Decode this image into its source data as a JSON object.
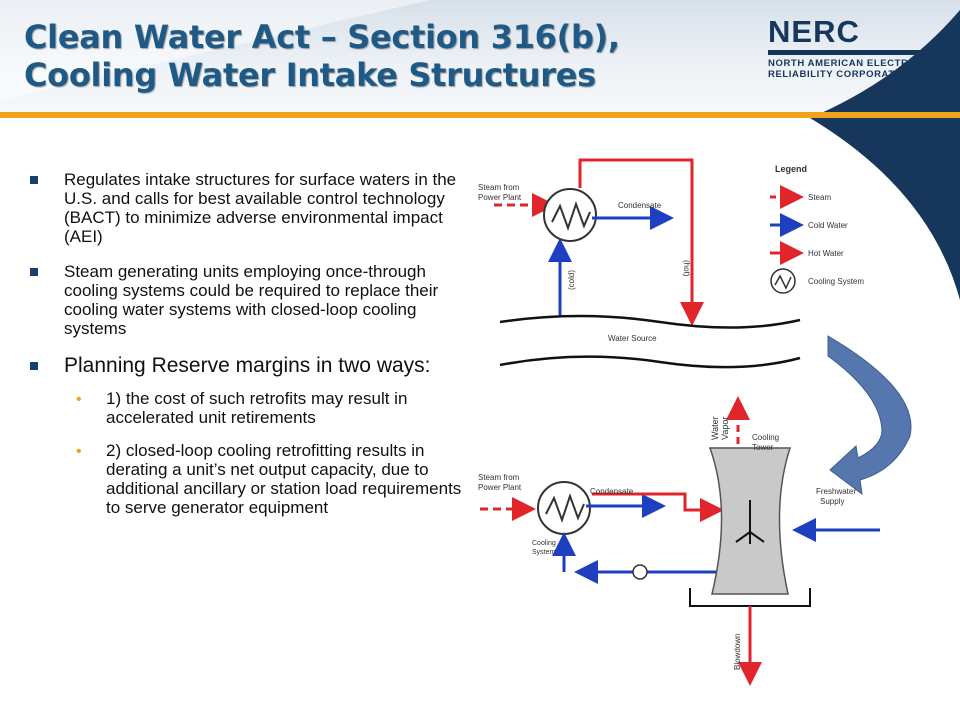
{
  "slide": {
    "title_line1": "Clean Water Act – Section 316(b),",
    "title_line2": "Cooling Water Intake Structures"
  },
  "logo": {
    "wordmark": "NERC",
    "subline1": "NORTH AMERICAN ELECTRIC",
    "subline2": "RELIABILITY CORPORATION"
  },
  "bullets": [
    {
      "text": "Regulates intake structures for surface waters in the U.S. and calls for best available control technology (BACT) to minimize adverse environmental impact (AEI)"
    },
    {
      "text": "Steam generating units employing once-through cooling systems could be required to replace their cooling water systems with closed-loop cooling systems"
    },
    {
      "text": "Planning Reserve margins in two ways:",
      "sub": [
        {
          "text": "1) the cost of such retrofits may result in accelerated unit retirements"
        },
        {
          "text": "2) closed-loop cooling retrofitting results in derating a unit’s net output capacity, due to additional ancillary or station load requirements to serve generator equipment"
        }
      ]
    }
  ],
  "diagram_top": {
    "steam_from_1": "Steam from",
    "steam_from_2": "Power Plant",
    "condensate": "Condensate",
    "hot": "(hot)",
    "cold": "(cold)",
    "water_source": "Water Source"
  },
  "legend": {
    "title": "Legend",
    "items": [
      "Steam",
      "Cold Water",
      "Hot Water",
      "Cooling System"
    ]
  },
  "diagram_bottom": {
    "steam_from_1": "Steam from",
    "steam_from_2": "Power Plant",
    "condensate": "Condensate",
    "cooling_system_1": "Cooling",
    "cooling_system_2": "System",
    "water_vapor_1": "Water",
    "water_vapor_2": "Vapor",
    "cooling_tower_1": "Cooling",
    "cooling_tower_2": "Tower",
    "freshwater_1": "Freshwater",
    "freshwater_2": "Supply",
    "blowdown": "Blowdown"
  },
  "colors": {
    "title": "#1f5a86",
    "accent_orange": "#f2a31c",
    "navy": "#16365c",
    "steam_red": "#e0252b",
    "cold_blue": "#1e3fbf",
    "tower_gray": "#c9c9c9",
    "curved_arrow": "#5677ad"
  }
}
